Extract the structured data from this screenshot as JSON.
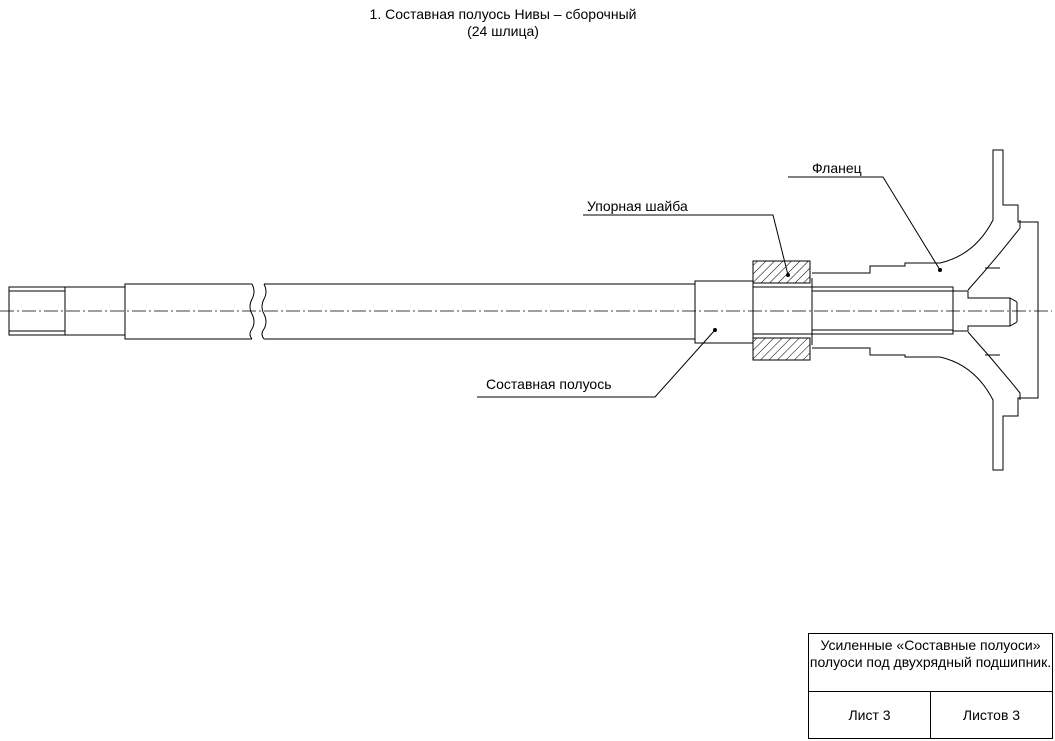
{
  "header": {
    "title_line1": "1. Составная полуось Нивы – сборочный",
    "title_line2": "(24 шлица)"
  },
  "callouts": {
    "flange": "Фланец",
    "thrust_washer": "Упорная шайба",
    "composite_axle": "Составная полуось"
  },
  "title_block": {
    "description": "Усиленные «Составные полуоси» полуоси под двухрядный подшипник.",
    "sheet": "Лист 3",
    "sheets_total": "Листов 3"
  }
}
